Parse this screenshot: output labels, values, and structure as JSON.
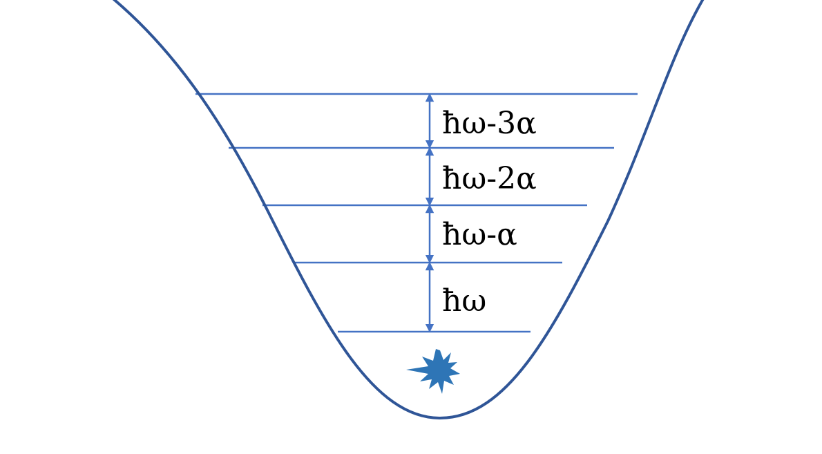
{
  "colors": {
    "well": "#2f5597",
    "levels": "#4472c4",
    "arrows": "#4472c4",
    "particle": "#2e75b6",
    "label_text": "#000000"
  },
  "diagram": {
    "well_shape": "potential-well-curve",
    "level_count": 5,
    "particle_icon": "star-burst-icon",
    "gaps": [
      {
        "label": "ħω-3α"
      },
      {
        "label": "ħω-2α"
      },
      {
        "label": "ħω-α"
      },
      {
        "label": "ħω"
      }
    ]
  }
}
